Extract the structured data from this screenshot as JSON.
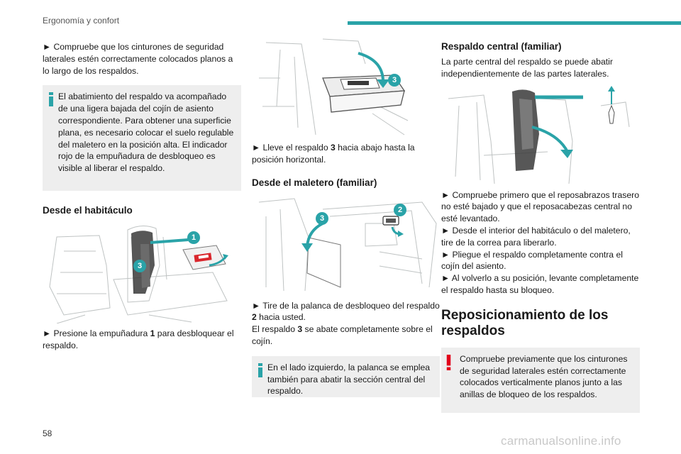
{
  "header": {
    "section_title": "Ergonomía y confort",
    "accent_color": "#2aa3a8"
  },
  "page_number": "58",
  "watermark": "carmanualsonline.info",
  "col1": {
    "intro": "► Compruebe que los cinturones de seguridad laterales estén correctamente colocados planos a lo largo de los respaldos.",
    "note": "El abatimiento del respaldo va acompañado de una ligera bajada del cojín de asiento correspondiente. Para obtener una superficie plana, es necesario colocar el suelo regulable del maletero en la posición alta. El indicador rojo de la empuñadura de desbloqueo es visible al liberar el respaldo.",
    "heading": "Desde el habitáculo",
    "badge_1": "1",
    "badge_3": "3",
    "step_prefix": "► Presione la empuñadura ",
    "step_num": "1",
    "step_suffix": " para desbloquear el respaldo."
  },
  "col2": {
    "badge_3": "3",
    "step_prefix": "► Lleve el respaldo ",
    "step_num": "3",
    "step_suffix": " hacia abajo hasta la posición horizontal.",
    "heading": "Desde el maletero (familiar)",
    "badge_2": "2",
    "badge_3b": "3",
    "step2_prefix": "► Tire de la palanca de desbloqueo del respaldo ",
    "step2_num": "2",
    "step2_suffix": " hacia usted.",
    "step3_prefix": "El respaldo ",
    "step3_num": "3",
    "step3_suffix": " se abate completamente sobre el cojín.",
    "note": "En el lado izquierdo, la palanca se emplea también para abatir la sección central del respaldo."
  },
  "col3": {
    "heading": "Respaldo central (familiar)",
    "intro": "La parte central del respaldo se puede abatir independientemente de las partes laterales.",
    "steps": [
      "► Compruebe primero que el reposabrazos trasero no esté bajado y que el reposacabezas central no esté levantado.",
      "► Desde el interior del habitáculo o del maletero, tire de la correa para liberarlo.",
      "► Pliegue el respaldo completamente contra el cojín del asiento.",
      "► Al volverlo a su posición, levante completamente el respaldo hasta su bloqueo."
    ],
    "big_heading": "Reposicionamiento de los respaldos",
    "warning": "Compruebe previamente que los cinturones de seguridad laterales estén correctamente colocados verticalmente planos junto a las anillas de bloqueo de los respaldos.",
    "warning_color": "#e2001a"
  }
}
